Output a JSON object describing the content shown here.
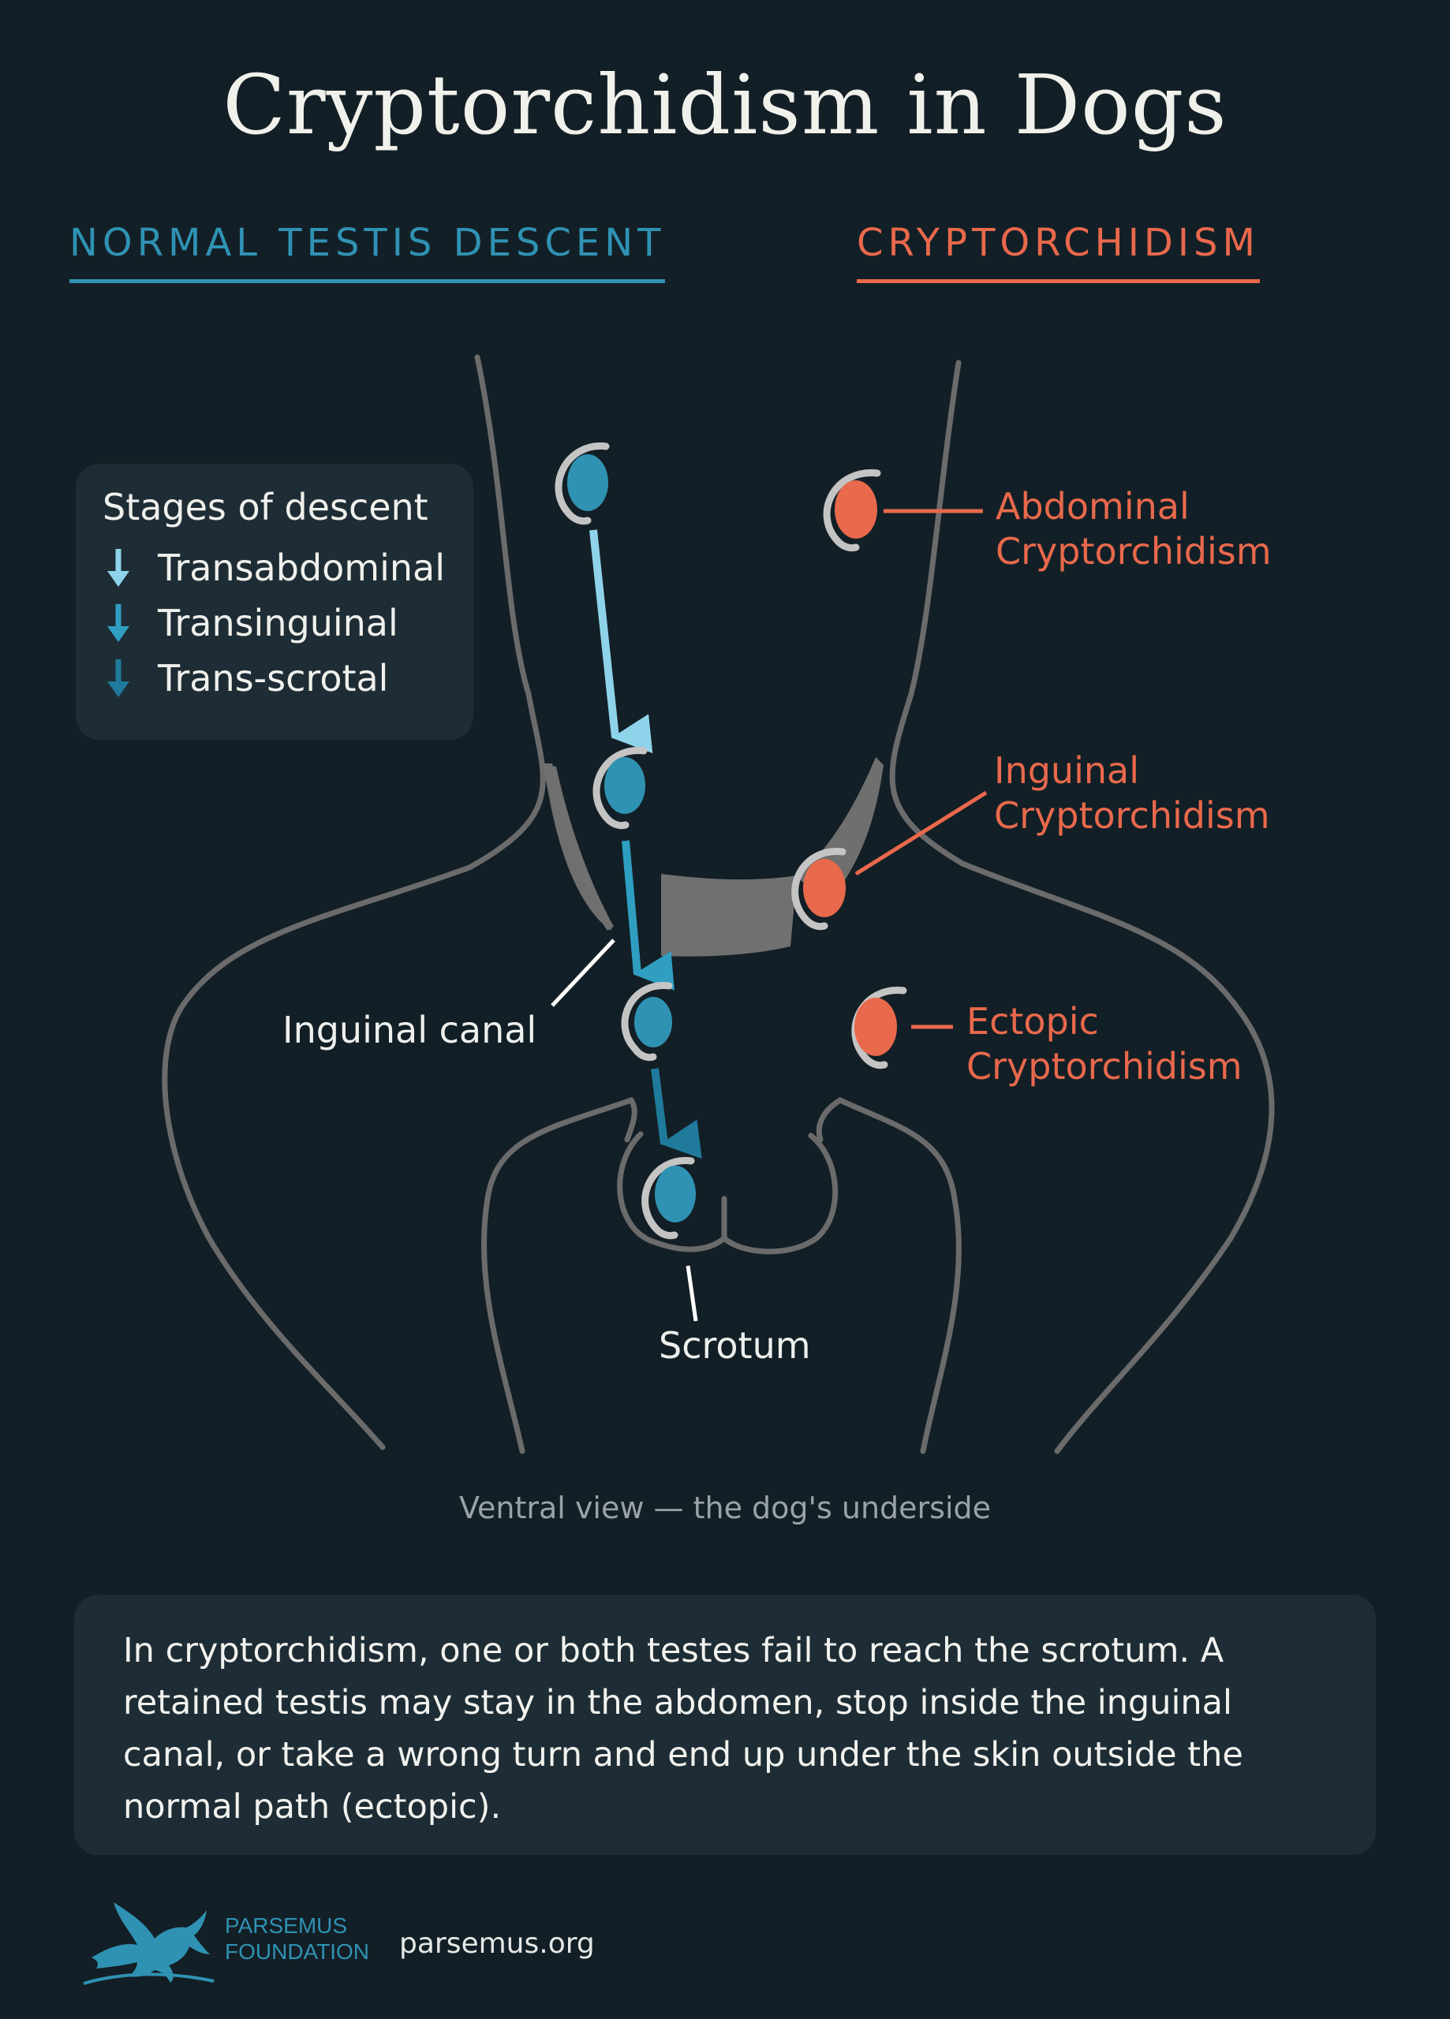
{
  "title": "Cryptorchidism in Dogs",
  "columns": {
    "normal": "NORMAL TESTIS DESCENT",
    "crypto": "CRYPTORCHIDISM"
  },
  "legend": {
    "title": "Stages of descent",
    "items": [
      {
        "label": "Transabdominal",
        "color": "#8fd3ea"
      },
      {
        "label": "Transinguinal",
        "color": "#2f9ec1"
      },
      {
        "label": "Trans-scrotal",
        "color": "#1f7a9b"
      }
    ]
  },
  "labels": {
    "abdominal": [
      "Abdominal",
      "Cryptorchidism"
    ],
    "inguinal": [
      "Inguinal",
      "Cryptorchidism"
    ],
    "ectopic": [
      "Ectopic",
      "Cryptorchidism"
    ],
    "inguinal_canal": "Inguinal canal",
    "scrotum": "Scrotum"
  },
  "caption": "Ventral view — the dog's underside",
  "description": "In cryptorchidism, one or both testes fail to reach the scrotum. A retained testis may stay in the abdomen, stop inside the inguinal canal, or take a wrong turn and end up under the skin outside the normal path (ectopic).",
  "footer": {
    "org_line1": "PARSEMUS",
    "org_line2": "FOUNDATION",
    "site": "parsemus.org"
  },
  "colors": {
    "background": "#131f26",
    "normal": "#2f92b3",
    "crypto": "#e9694c",
    "outline": "#6b6b6b"
  }
}
